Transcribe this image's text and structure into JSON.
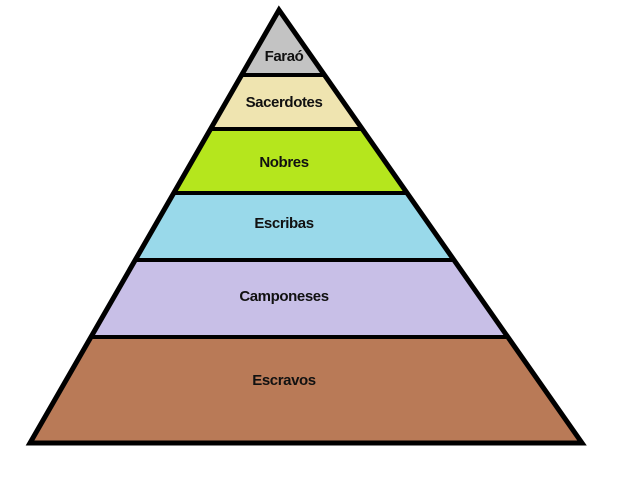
{
  "diagram": {
    "type": "pyramid",
    "tiers": [
      {
        "label": "Faraó",
        "color": "#c3c3c3"
      },
      {
        "label": "Sacerdotes",
        "color": "#efe4b0"
      },
      {
        "label": "Nobres",
        "color": "#b5e61d"
      },
      {
        "label": "Escribas",
        "color": "#99d9ea"
      },
      {
        "label": "Camponeses",
        "color": "#c8bfe7"
      },
      {
        "label": "Escravos",
        "color": "#b97a57"
      }
    ],
    "outline_color": "#000000"
  }
}
